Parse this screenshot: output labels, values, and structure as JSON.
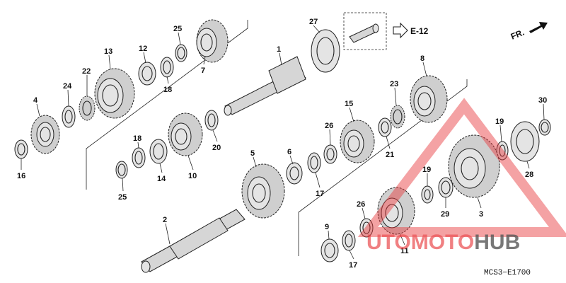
{
  "diagram_code": "MCS3−E1700",
  "reference": {
    "label": "E-12"
  },
  "direction": {
    "label": "FR."
  },
  "watermark": {
    "part1": "UTO",
    "part2": "MOTO",
    "part3": "HUB",
    "accent": "#e8383b",
    "dark": "#3a3a3a"
  },
  "callouts": [
    {
      "id": "c4",
      "text": "4"
    },
    {
      "id": "c24",
      "text": "24"
    },
    {
      "id": "c22",
      "text": "22"
    },
    {
      "id": "c13",
      "text": "13"
    },
    {
      "id": "c12",
      "text": "12"
    },
    {
      "id": "c18a",
      "text": "18"
    },
    {
      "id": "c25a",
      "text": "25"
    },
    {
      "id": "c7",
      "text": "7"
    },
    {
      "id": "c16",
      "text": "16"
    },
    {
      "id": "c18b",
      "text": "18"
    },
    {
      "id": "c14",
      "text": "14"
    },
    {
      "id": "c10",
      "text": "10"
    },
    {
      "id": "c20",
      "text": "20"
    },
    {
      "id": "c25b",
      "text": "25"
    },
    {
      "id": "c1",
      "text": "1"
    },
    {
      "id": "c27",
      "text": "27"
    },
    {
      "id": "c5",
      "text": "5"
    },
    {
      "id": "c6",
      "text": "6"
    },
    {
      "id": "c17a",
      "text": "17"
    },
    {
      "id": "c26a",
      "text": "26"
    },
    {
      "id": "c15",
      "text": "15"
    },
    {
      "id": "c23",
      "text": "23"
    },
    {
      "id": "c21",
      "text": "21"
    },
    {
      "id": "c8",
      "text": "8"
    },
    {
      "id": "c30",
      "text": "30"
    },
    {
      "id": "c19a",
      "text": "19"
    },
    {
      "id": "c28",
      "text": "28"
    },
    {
      "id": "c19b",
      "text": "19"
    },
    {
      "id": "c29",
      "text": "29"
    },
    {
      "id": "c3",
      "text": "3"
    },
    {
      "id": "c2",
      "text": "2"
    },
    {
      "id": "c26b",
      "text": "26"
    },
    {
      "id": "c9",
      "text": "9"
    },
    {
      "id": "c11",
      "text": "11"
    },
    {
      "id": "c17b",
      "text": "17"
    }
  ]
}
